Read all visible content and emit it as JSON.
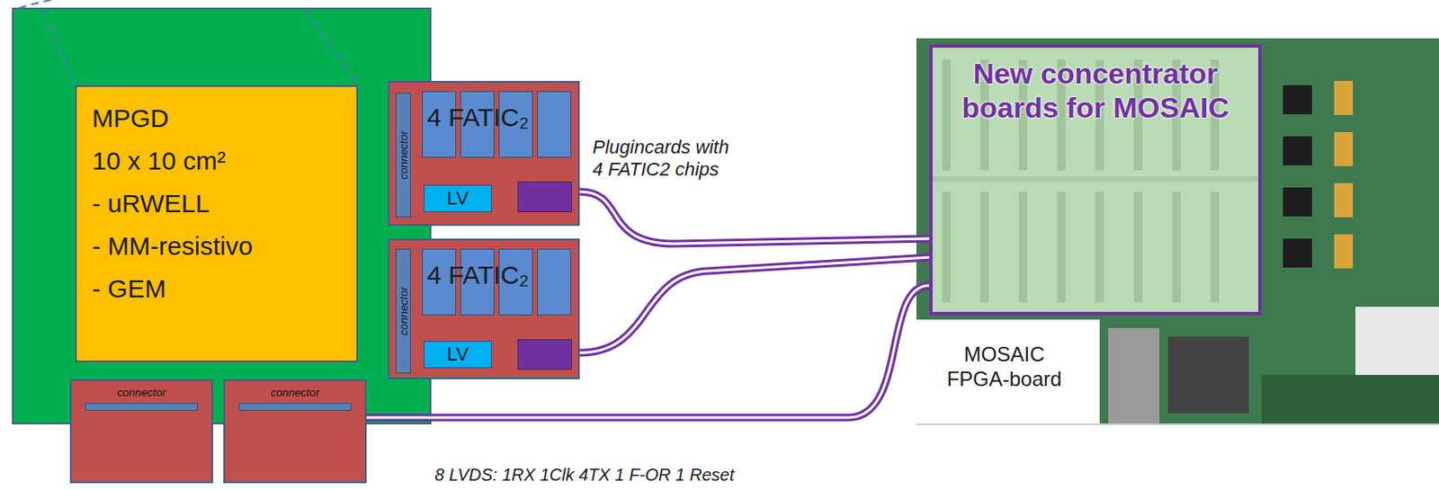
{
  "diagram": {
    "nodes": [
      {
        "text": [
          "MPGD",
          "10 x 10 cm²",
          "- uRWELL",
          "- MM-resistivo",
          "- GEM"
        ]
      },
      {
        "text": [
          "4 FATIC₂"
        ]
      },
      {
        "text": [
          "connector"
        ],
        "in": 1
      },
      {
        "text": [
          "LV"
        ],
        "in": 1
      },
      {
        "text": [
          "4 FATIC₂"
        ]
      },
      {
        "text": [
          "connector"
        ],
        "in": 4
      },
      {
        "text": [
          "LV"
        ],
        "in": 4
      },
      {
        "text": [
          "connector"
        ]
      },
      {
        "text": [
          "connector"
        ]
      },
      {
        "text": [
          "New concentrator boards for MOSAIC"
        ]
      }
    ],
    "edges": [
      {
        "from": 1,
        "to": 9,
        "arrow": "none"
      },
      {
        "from": 4,
        "to": 9,
        "arrow": "none"
      },
      {
        "from": 8,
        "to": 9,
        "arrow": "none"
      }
    ],
    "labels": [
      "Plugincards with 4 FATIC2 chips",
      "8 LVDS: 1RX 1Clk 4TX 1 F-OR 1 Reset",
      "MOSAIC FPGA-board"
    ]
  }
}
